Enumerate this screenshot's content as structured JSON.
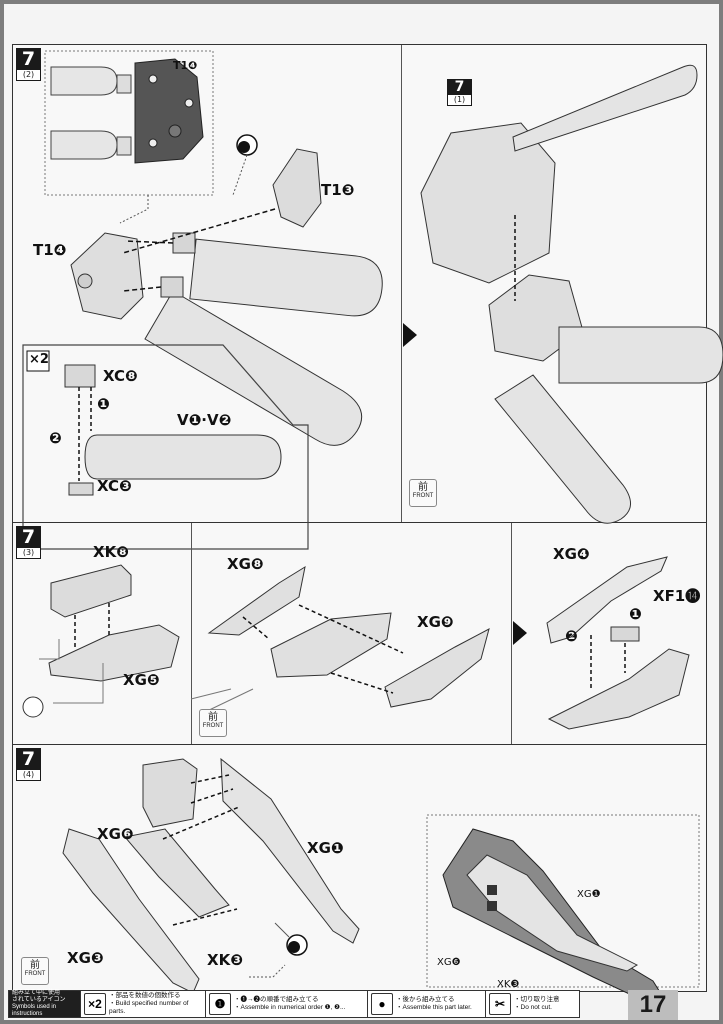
{
  "steps": [
    {
      "number": "7",
      "sub": "(2)"
    },
    {
      "number": "7",
      "sub": "(3)"
    },
    {
      "number": "7",
      "sub": "(4)"
    }
  ],
  "ref_badge": {
    "number": "7",
    "sub": "(1)"
  },
  "labels": {
    "t1_4_top": "T1❹",
    "t1_3": "T1❸",
    "t1_4": "T1❹",
    "x2": "×2",
    "xc8": "XC❽",
    "v1v2": "V❶·V❷",
    "xc3": "XC❸",
    "step1_marker": "❶",
    "step2_marker": "❷",
    "xk8": "XK❽",
    "xg5": "XG❺",
    "xg8": "XG❽",
    "xg9": "XG❾",
    "xg4": "XG❹",
    "xf1_14": "XF1⓮",
    "xg6": "XG❻",
    "xg1": "XG❶",
    "xg3": "XG❸",
    "xk3": "XK❸",
    "detail_xg1": "XG❶",
    "detail_xg6": "XG❻",
    "detail_xk3": "XK❸"
  },
  "front_badge": {
    "kanji": "前",
    "text": "FRONT"
  },
  "legend": {
    "head_line1": "組み立て中に使用",
    "head_line2": "されているアイコン",
    "head_line3": "Symbols used in instructions",
    "items": [
      {
        "icon": "×2",
        "jp": "・部品を数値の個数作る",
        "en": "・Build specified number of parts."
      },
      {
        "icon": "❶",
        "jp": "・❶→❷の順番で組み立てる",
        "en": "・Assemble in numerical order ❶, ❷..."
      },
      {
        "icon": "●",
        "jp": "・後から組み立てる",
        "en": "・Assemble this part later."
      },
      {
        "icon": "✂",
        "jp": "・切り取り注意",
        "en": "・Do not cut."
      }
    ]
  },
  "page_number": "17"
}
